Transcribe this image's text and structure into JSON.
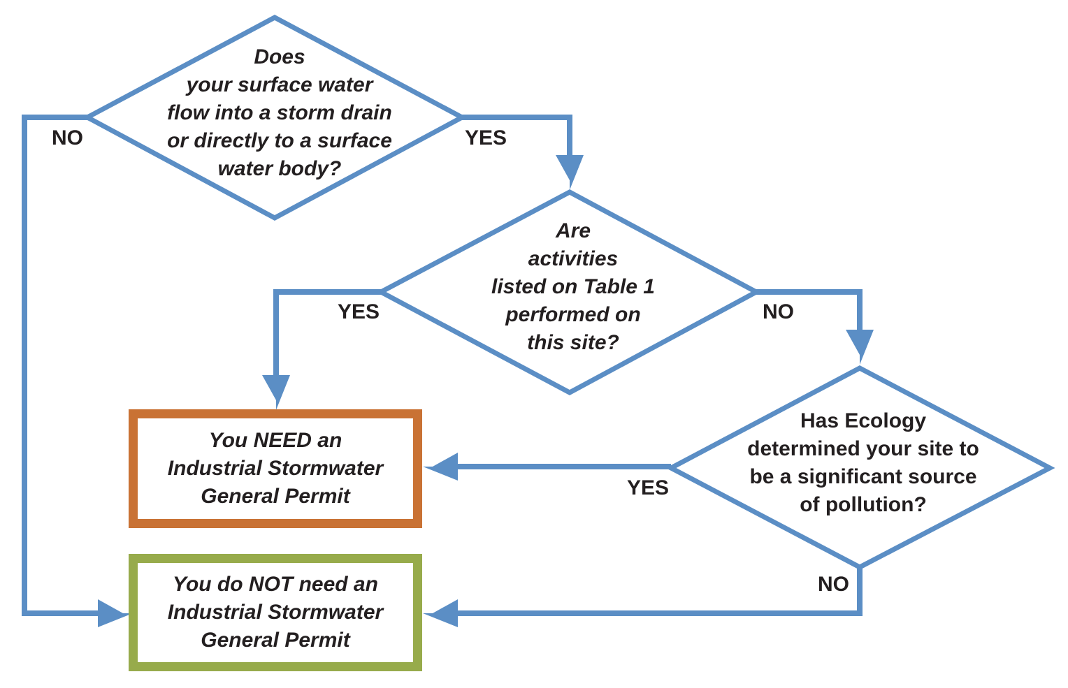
{
  "decisions": {
    "d1": {
      "lines": [
        "Does",
        "your surface water",
        "flow into a storm drain",
        "or directly to a surface",
        "water body?"
      ]
    },
    "d2": {
      "lines": [
        "Are",
        "activities",
        "listed on Table 1",
        "performed on",
        "this site?"
      ]
    },
    "d3": {
      "lines": [
        "Has Ecology",
        "determined your site to",
        "be a significant source",
        "of pollution?"
      ]
    }
  },
  "outcomes": {
    "need": {
      "lines": [
        "You NEED an",
        "Industrial Stormwater",
        "General Permit"
      ],
      "border_color": "#c97234"
    },
    "not_need": {
      "lines": [
        "You do NOT need an",
        "Industrial Stormwater",
        "General Permit"
      ],
      "border_color": "#97ab4b"
    }
  },
  "labels": {
    "d1_no": "NO",
    "d1_yes": "YES",
    "d2_yes": "YES",
    "d2_no": "NO",
    "d3_yes": "YES",
    "d3_no": "NO"
  },
  "colors": {
    "connector": "#5b8ec5",
    "text": "#231f20"
  }
}
